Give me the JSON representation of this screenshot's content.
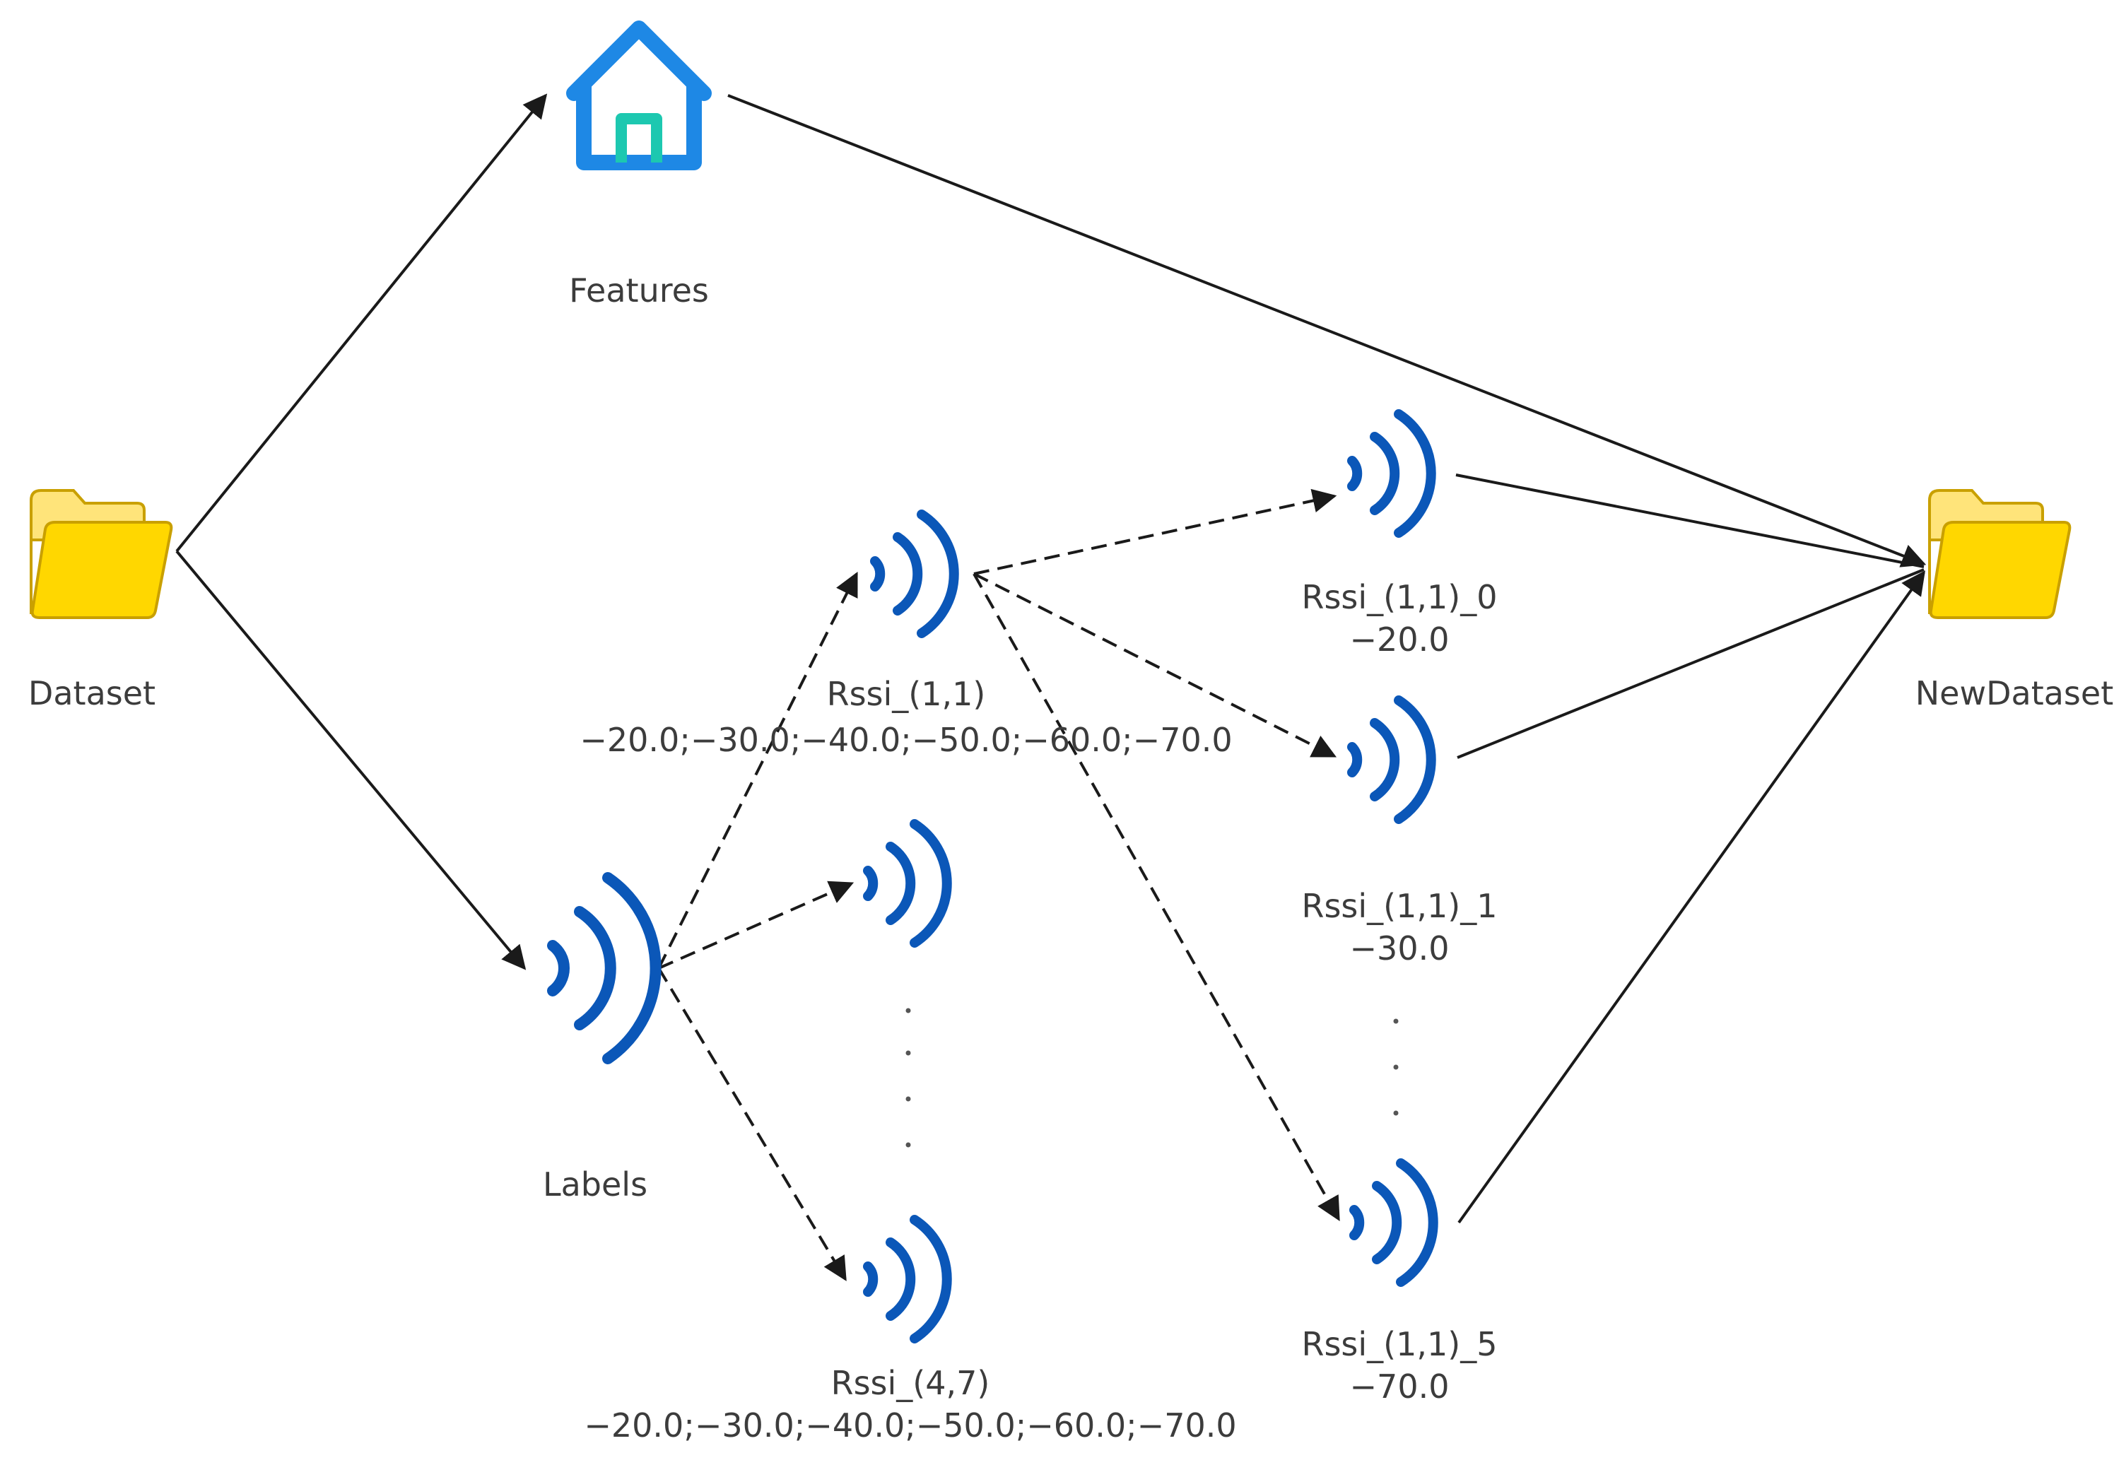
{
  "nodes": {
    "dataset": {
      "label": "Dataset",
      "icon": "folder-icon"
    },
    "features": {
      "label": "Features",
      "icon": "home-icon"
    },
    "labels": {
      "label": "Labels",
      "icon": "wifi-signal-icon"
    },
    "rssi_1_1": {
      "label": "Rssi_(1,1)",
      "values": "−20.0;−30.0;−40.0;−50.0;−60.0;−70.0",
      "icon": "wifi-signal-icon"
    },
    "rssi_4_7": {
      "label": "Rssi_(4,7)",
      "values": "−20.0;−30.0;−40.0;−50.0;−60.0;−70.0",
      "icon": "wifi-signal-icon"
    },
    "rssi_1_1_0": {
      "label": "Rssi_(1,1)_0",
      "value": "−20.0",
      "icon": "wifi-signal-icon"
    },
    "rssi_1_1_1": {
      "label": "Rssi_(1,1)_1",
      "value": "−30.0",
      "icon": "wifi-signal-icon"
    },
    "rssi_1_1_5": {
      "label": "Rssi_(1,1)_5",
      "value": "−70.0",
      "icon": "wifi-signal-icon"
    },
    "new_dataset": {
      "label": "NewDataset",
      "icon": "folder-icon"
    }
  },
  "colors": {
    "folder_front": "#FFD700",
    "folder_back": "#FFE47A",
    "folder_outline": "#C9A000",
    "home_blue": "#1E88E5",
    "home_door": "#1DC8B0",
    "signal_blue": "#0B57B8",
    "edge": "#1a1a1a",
    "text": "#3c3c3c"
  }
}
